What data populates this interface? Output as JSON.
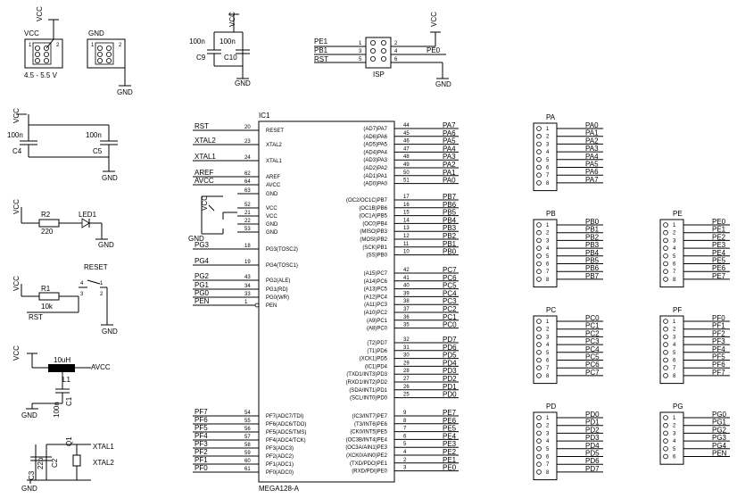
{
  "power": {
    "vcc": "VCC",
    "gnd": "GND",
    "vcc_header_label": "VCC",
    "gnd_header_label": "GND",
    "voltage_range": "4.5 - 5.5 V",
    "hdr_pins": {
      "p1": "1",
      "p2": "2"
    }
  },
  "caps_top": {
    "c9_value": "100n",
    "c9": "C9",
    "c10_value": "100n",
    "c10": "C10"
  },
  "caps_left": {
    "c4_value": "100n",
    "c4": "C4",
    "c5_value": "100n",
    "c5": "C5"
  },
  "isp": {
    "title": "ISP",
    "left_signals": [
      "PE1",
      "PB1",
      "RST"
    ],
    "left_pins": [
      "1",
      "3",
      "5"
    ],
    "right_pins": [
      "2",
      "4",
      "6"
    ],
    "right_signal": "PE0"
  },
  "led": {
    "resistor": "R2",
    "resistor_value": "220",
    "led": "LED1"
  },
  "reset": {
    "title": "RESET",
    "resistor": "R1",
    "resistor_value": "10k",
    "net": "RST",
    "pins": [
      "1",
      "2",
      "3",
      "4"
    ]
  },
  "filter": {
    "inductor_value": "10uH",
    "inductor": "L1",
    "avcc": "AVCC",
    "cap_value": "100n",
    "cap": "C1"
  },
  "crystal": {
    "q": "Q1",
    "c2_value": "22p",
    "c2": "C2",
    "c3": "C3",
    "xtal1": "XTAL1",
    "xtal2": "XTAL2"
  },
  "ic": {
    "ref": "IC1",
    "part": "MEGA128-A",
    "left_pins": [
      {
        "net": "RST",
        "num": "20",
        "name": "RESET"
      },
      {
        "net": "XTAL2",
        "num": "23",
        "name": "XTAL2"
      },
      {
        "net": "XTAL1",
        "num": "24",
        "name": "XTAL1"
      },
      {
        "net": "AREF",
        "num": "62",
        "name": "AREF"
      },
      {
        "net": "AVCC",
        "num": "64",
        "name": "AVCC"
      },
      {
        "net": "",
        "num": "63",
        "name": "GND"
      },
      {
        "net": "",
        "num": "52",
        "name": "VCC"
      },
      {
        "net": "",
        "num": "21",
        "name": "VCC"
      },
      {
        "net": "",
        "num": "22",
        "name": "GND"
      },
      {
        "net": "",
        "num": "53",
        "name": "GND"
      },
      {
        "net": "PG3",
        "num": "18",
        "name": "PG3(TOSC2)"
      },
      {
        "net": "PG4",
        "num": "19",
        "name": "PG4(TOSC1)"
      },
      {
        "net": "PG2",
        "num": "43",
        "name": "PG2(ALE)"
      },
      {
        "net": "PG1",
        "num": "34",
        "name": "PG1(RD)"
      },
      {
        "net": "PG0",
        "num": "33",
        "name": "PG0(WR)"
      },
      {
        "net": "PEN",
        "num": "1",
        "name": "PEN"
      },
      {
        "net": "PF7",
        "num": "54",
        "name": "PF7(ADC7/TDI)"
      },
      {
        "net": "PF6",
        "num": "55",
        "name": "PF6(ADC6/TDO)"
      },
      {
        "net": "PF5",
        "num": "56",
        "name": "PF5(ADC5/TMS)"
      },
      {
        "net": "PF4",
        "num": "57",
        "name": "PF4(ADC4/TCK)"
      },
      {
        "net": "PF3",
        "num": "58",
        "name": "PF3(ADC3)"
      },
      {
        "net": "PF2",
        "num": "59",
        "name": "PF2(ADC2)"
      },
      {
        "net": "PF1",
        "num": "60",
        "name": "PF1(ADC1)"
      },
      {
        "net": "PF0",
        "num": "61",
        "name": "PF0(ADC0)"
      }
    ],
    "right_pins": [
      {
        "name": "(AD7)PA7",
        "num": "44",
        "net": "PA7"
      },
      {
        "name": "(AD6)PA6",
        "num": "45",
        "net": "PA6"
      },
      {
        "name": "(AD5)PA5",
        "num": "46",
        "net": "PA5"
      },
      {
        "name": "(AD4)PA4",
        "num": "47",
        "net": "PA4"
      },
      {
        "name": "(AD3)PA3",
        "num": "48",
        "net": "PA3"
      },
      {
        "name": "(AD2)PA2",
        "num": "49",
        "net": "PA2"
      },
      {
        "name": "(AD1)PA1",
        "num": "50",
        "net": "PA1"
      },
      {
        "name": "(AD0)PA0",
        "num": "51",
        "net": "PA0"
      },
      {
        "name": "(OC2/OC1C)PB7",
        "num": "17",
        "net": "PB7"
      },
      {
        "name": "(OC1B)PB6",
        "num": "16",
        "net": "PB6"
      },
      {
        "name": "(OC1A)PB5",
        "num": "15",
        "net": "PB5"
      },
      {
        "name": "(OC0)PB4",
        "num": "14",
        "net": "PB4"
      },
      {
        "name": "(MISO)PB3",
        "num": "13",
        "net": "PB3"
      },
      {
        "name": "(MOSI)PB2",
        "num": "12",
        "net": "PB2"
      },
      {
        "name": "(SCK)PB1",
        "num": "11",
        "net": "PB1"
      },
      {
        "name": "(SS)PB0",
        "num": "10",
        "net": "PB0"
      },
      {
        "name": "(A15)PC7",
        "num": "42",
        "net": "PC7"
      },
      {
        "name": "(A14)PC6",
        "num": "41",
        "net": "PC6"
      },
      {
        "name": "(A13)PC5",
        "num": "40",
        "net": "PC5"
      },
      {
        "name": "(A12)PC4",
        "num": "39",
        "net": "PC4"
      },
      {
        "name": "(A11)PC3",
        "num": "38",
        "net": "PC3"
      },
      {
        "name": "(A10)PC2",
        "num": "37",
        "net": "PC2"
      },
      {
        "name": "(A9)PC1",
        "num": "36",
        "net": "PC1"
      },
      {
        "name": "(A8)PC0",
        "num": "35",
        "net": "PC0"
      },
      {
        "name": "(T2)PD7",
        "num": "32",
        "net": "PD7"
      },
      {
        "name": "(T1)PD6",
        "num": "31",
        "net": "PD6"
      },
      {
        "name": "(XCK1)PD5",
        "num": "30",
        "net": "PD5"
      },
      {
        "name": "(IC1)PD4",
        "num": "29",
        "net": "PD4"
      },
      {
        "name": "(TXD1/INT3)PD3",
        "num": "28",
        "net": "PD3"
      },
      {
        "name": "(RXD1/INT2)PD2",
        "num": "27",
        "net": "PD2"
      },
      {
        "name": "(SDA/INT1)PD1",
        "num": "26",
        "net": "PD1"
      },
      {
        "name": "(SCL/INT0)PD0",
        "num": "25",
        "net": "PD0"
      },
      {
        "name": "(IC3/INT7)PE7",
        "num": "9",
        "net": "PE7"
      },
      {
        "name": "(T3/INT6)PE6",
        "num": "8",
        "net": "PE6"
      },
      {
        "name": "(CK0/INT5)PE5",
        "num": "7",
        "net": "PE5"
      },
      {
        "name": "(OC3B/INT4)PE4",
        "num": "6",
        "net": "PE4"
      },
      {
        "name": "(OC3A/AIN1)PE3",
        "num": "5",
        "net": "PE3"
      },
      {
        "name": "(XCK0/AIN0)PE2",
        "num": "4",
        "net": "PE2"
      },
      {
        "name": "(TXD/PDO)PE1",
        "num": "2",
        "net": "PE1"
      },
      {
        "name": "(RXD/PDI)PE0",
        "num": "3",
        "net": "PE0"
      }
    ]
  },
  "headers": [
    {
      "title": "PA",
      "nets": [
        "PA0",
        "PA1",
        "PA2",
        "PA3",
        "PA4",
        "PA5",
        "PA6",
        "PA7"
      ]
    },
    {
      "title": "PB",
      "nets": [
        "PB0",
        "PB1",
        "PB2",
        "PB3",
        "PB4",
        "PB5",
        "PB6",
        "PB7"
      ]
    },
    {
      "title": "PE",
      "nets": [
        "PE0",
        "PE1",
        "PE2",
        "PE3",
        "PE4",
        "PE5",
        "PE6",
        "PE7"
      ]
    },
    {
      "title": "PC",
      "nets": [
        "PC0",
        "PC1",
        "PC2",
        "PC3",
        "PC4",
        "PC5",
        "PC6",
        "PC7"
      ]
    },
    {
      "title": "PF",
      "nets": [
        "PF0",
        "PF1",
        "PF2",
        "PF3",
        "PF4",
        "PF5",
        "PF6",
        "PF7"
      ]
    },
    {
      "title": "PD",
      "nets": [
        "PD0",
        "PD1",
        "PD2",
        "PD3",
        "PD4",
        "PD5",
        "PD6",
        "PD7"
      ]
    },
    {
      "title": "PG",
      "nets": [
        "PG0",
        "PG1",
        "PG2",
        "PG3",
        "PG4",
        "PEN"
      ]
    }
  ],
  "header_pin_numbers": [
    "1",
    "2",
    "3",
    "4",
    "5",
    "6",
    "7",
    "8"
  ]
}
